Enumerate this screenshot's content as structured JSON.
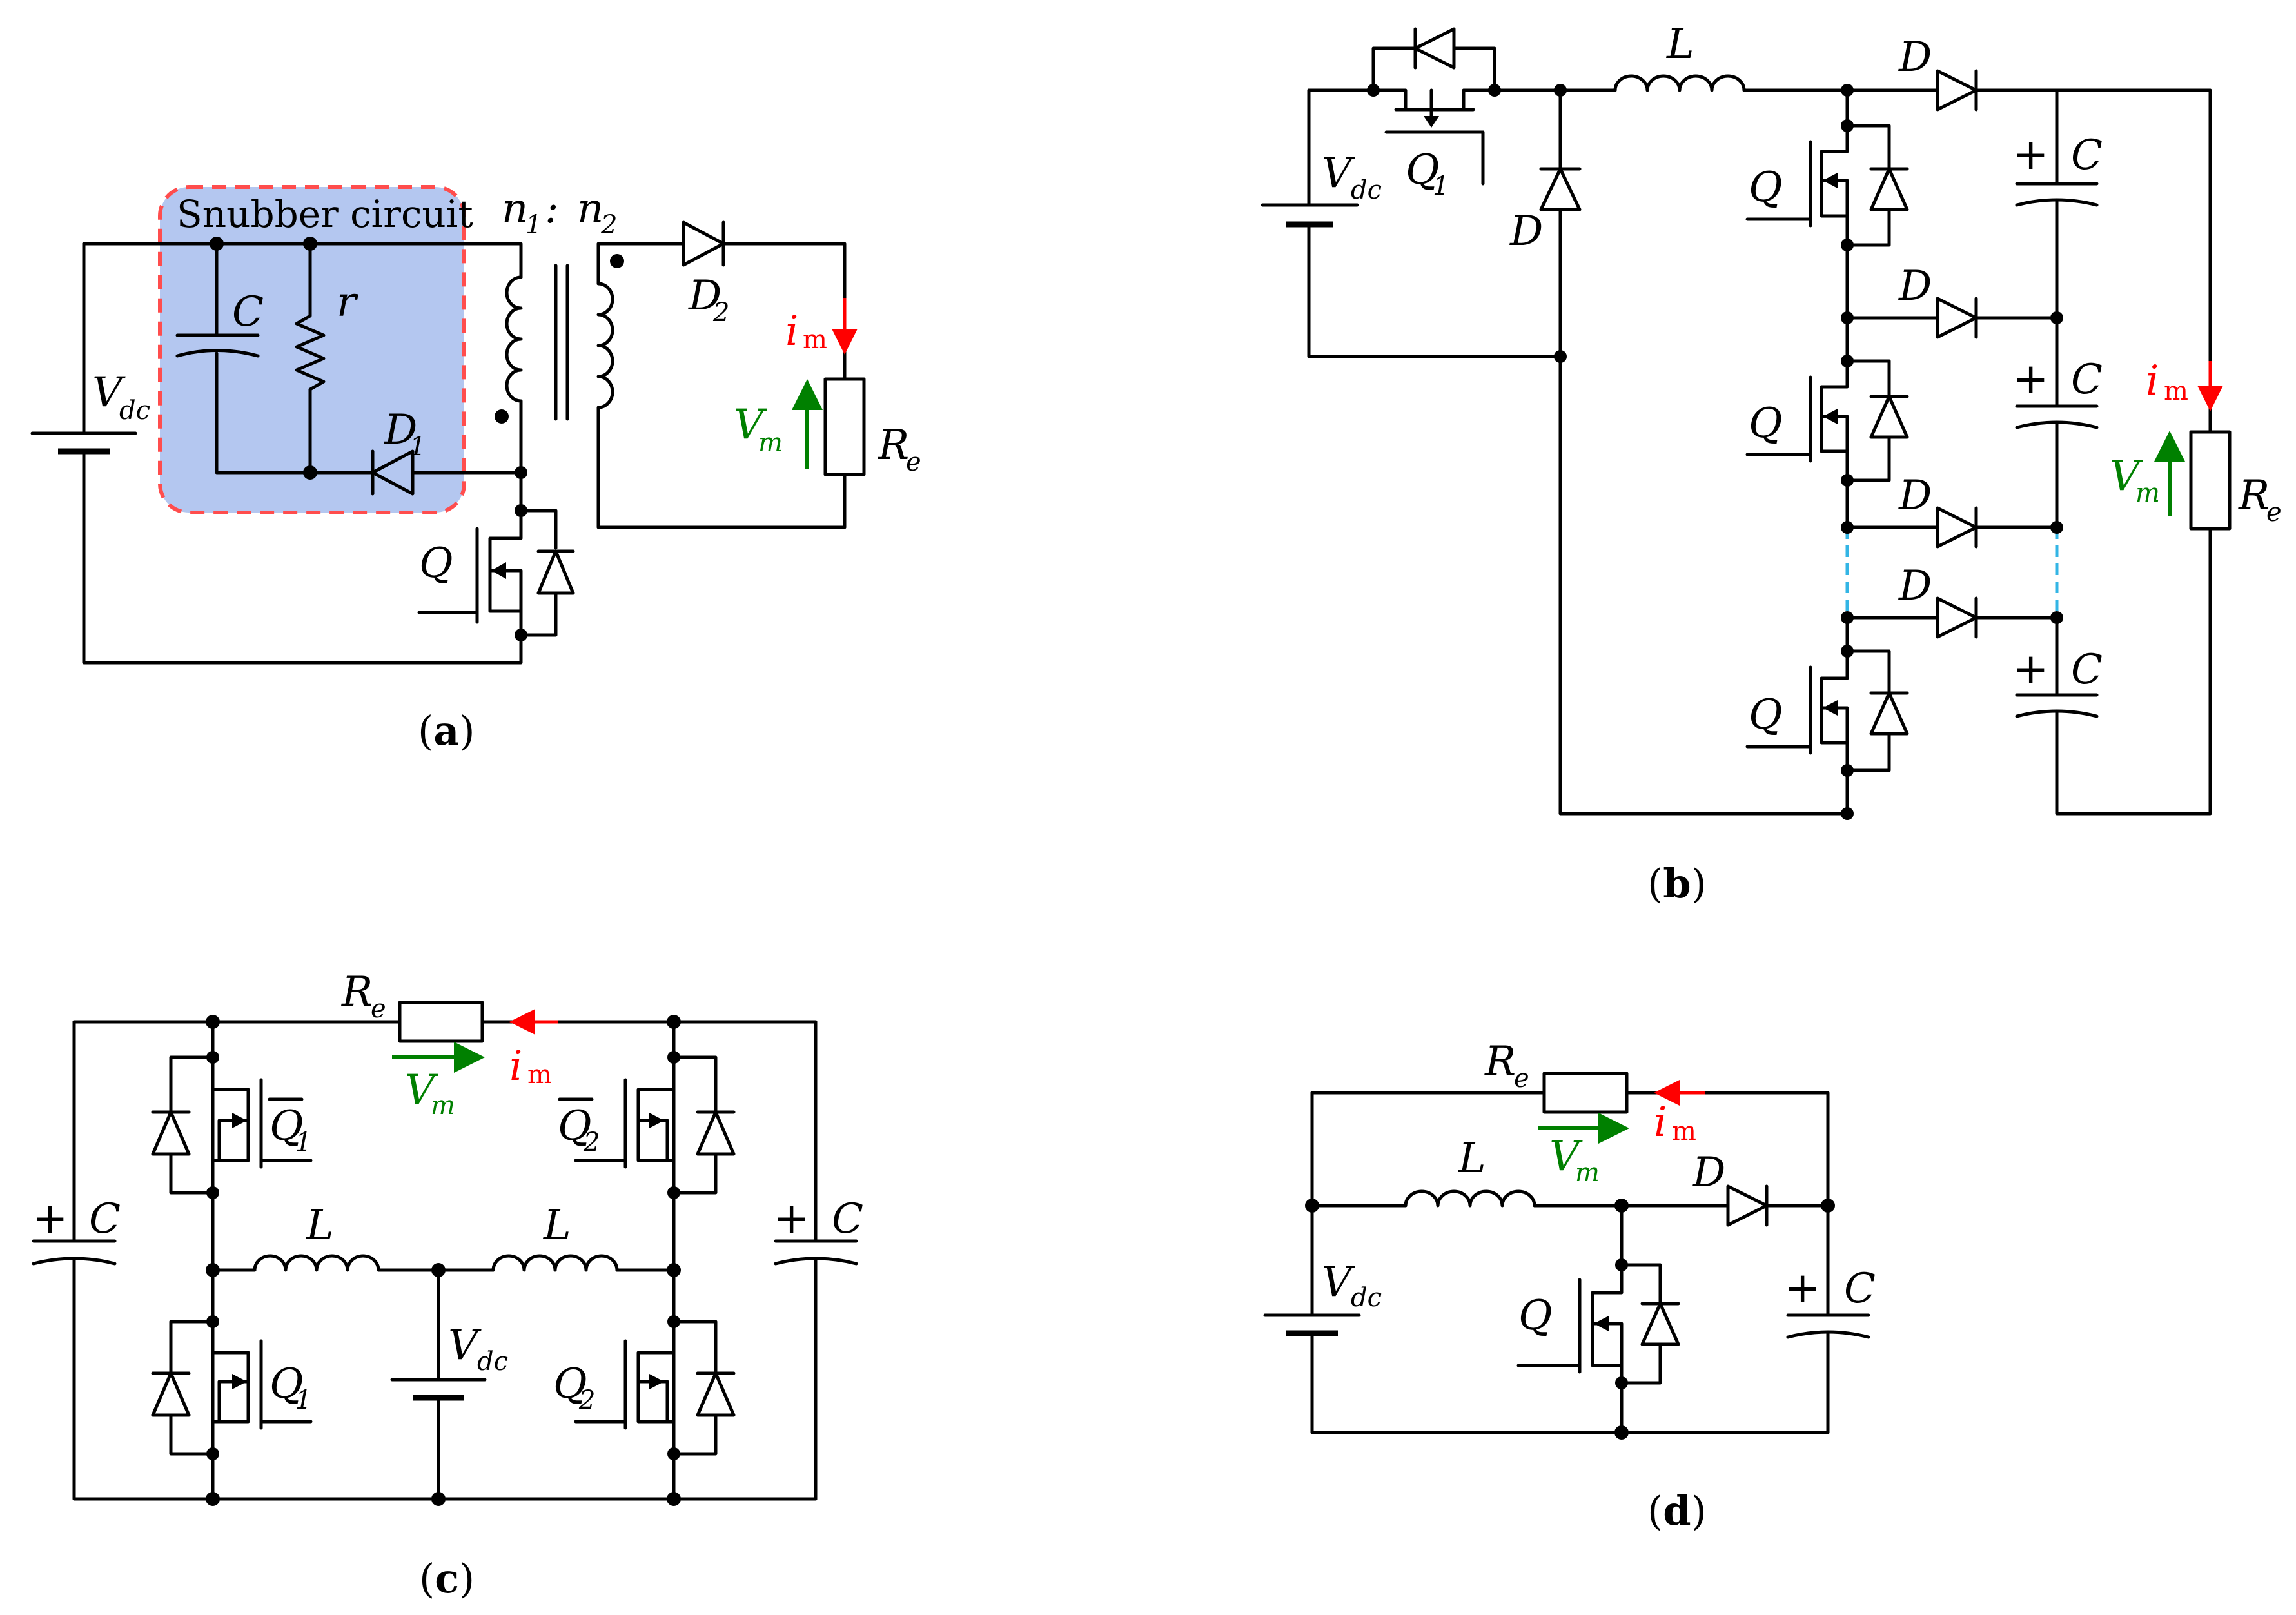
{
  "colors": {
    "wire": "#000000",
    "current_arrow": "#ff0000",
    "voltage_arrow": "#008000",
    "snubber_fill": "#b4c7f0",
    "snubber_border": "#ff4d4d",
    "dashed_link": "#33b5e5"
  },
  "a": {
    "snubber_label": "Snubber circuit",
    "ratio_n1": "n",
    "ratio_n1_sub": "1",
    "ratio_colon": " : ",
    "ratio_n2": "n",
    "ratio_n2_sub": "2",
    "vdc": "V",
    "vdc_sub": "dc",
    "c": "C",
    "r": "r",
    "d1": "D",
    "d1_sub": "1",
    "d2": "D",
    "d2_sub": "2",
    "q": "Q",
    "im": "i",
    "im_sub": "m",
    "vm": "V",
    "vm_sub": "m",
    "re": "R",
    "re_sub": "e",
    "caption_open": "(",
    "caption_letter": "a",
    "caption_close": ")"
  },
  "b": {
    "vdc": "V",
    "vdc_sub": "dc",
    "q1": "Q",
    "q1_sub": "1",
    "d": "D",
    "l": "L",
    "q": "Q",
    "c": "C",
    "plus": "+",
    "im": "i",
    "im_sub": "m",
    "vm": "V",
    "vm_sub": "m",
    "re": "R",
    "re_sub": "e",
    "caption_open": "(",
    "caption_letter": "b",
    "caption_close": ")"
  },
  "c": {
    "re": "R",
    "re_sub": "e",
    "im": "i",
    "im_sub": "m",
    "vm": "V",
    "vm_sub": "m",
    "q1bar": "Q",
    "q1bar_sub": "1",
    "q2bar": "Q",
    "q2bar_sub": "2",
    "q1": "Q",
    "q1_sub": "1",
    "q2": "Q",
    "q2_sub": "2",
    "l": "L",
    "c": "C",
    "plus": "+",
    "vdc": "V",
    "vdc_sub": "dc",
    "caption_open": "(",
    "caption_letter": "c",
    "caption_close": ")"
  },
  "d": {
    "re": "R",
    "re_sub": "e",
    "im": "i",
    "im_sub": "m",
    "vm": "V",
    "vm_sub": "m",
    "l": "L",
    "d": "D",
    "vdc": "V",
    "vdc_sub": "dc",
    "q": "Q",
    "c": "C",
    "plus": "+",
    "caption_open": "(",
    "caption_letter": "d",
    "caption_close": ")"
  }
}
